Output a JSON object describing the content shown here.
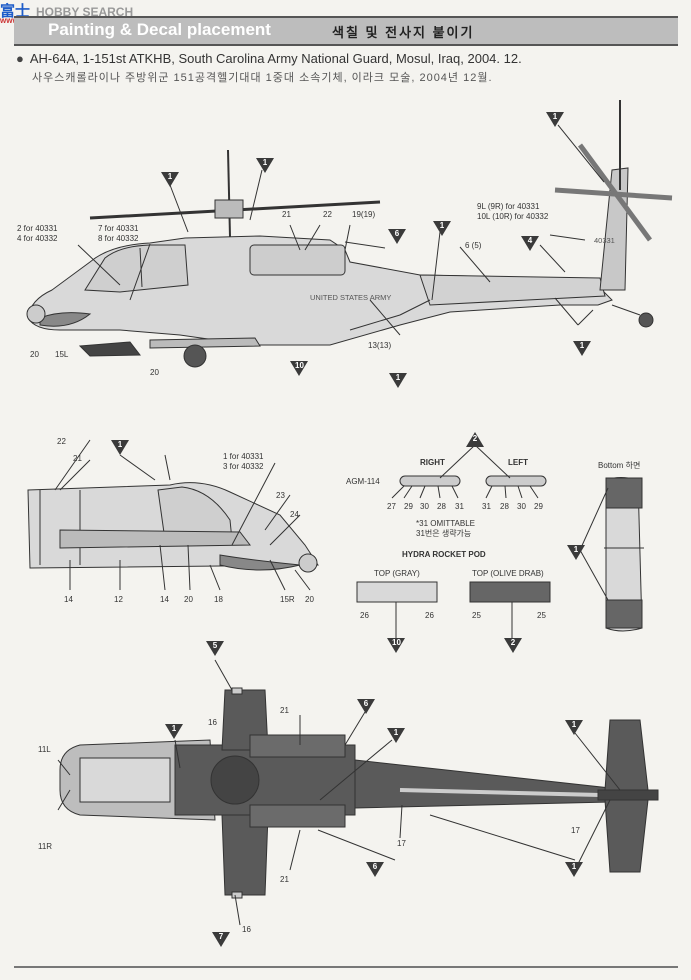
{
  "watermark": {
    "logo": "富士",
    "site": "HOBBY SEARCH",
    "url": "www.shopmoon.com"
  },
  "header": {
    "title_en": "Painting & Decal placement",
    "title_ko": "색칠 및 전사지 붙이기"
  },
  "subject": {
    "en": "AH-64A, 1-151st ATKHB, South Carolina Army National Guard, Mosul, Iraq, 2004. 12.",
    "ko": "사우스캐롤라이나 주방위군 151공격헬기대대 1중대 소속기체, 이라크 모술, 2004년 12월."
  },
  "labels": {
    "top_left_a": "2 for 40331",
    "top_left_b": "4 for 40332",
    "mid_a": "7 for 40331",
    "mid_b": "8 for 40332",
    "n21": "21",
    "n22": "22",
    "n19": "19(19)",
    "n6": "6 (5)",
    "tail_a": "9L (9R) for 40331",
    "tail_b": "10L (10R) for 40332",
    "n20a": "20",
    "n15l": "15L",
    "n20b": "20",
    "n13": "13(13)",
    "fuselage_text": "UNITED STATES ARMY",
    "tail_num": "40331",
    "d22": "22",
    "d21": "21",
    "r1_a": "1 for 40331",
    "r1_b": "3 for 40332",
    "n23": "23",
    "n24": "24",
    "d14a": "14",
    "d12": "12",
    "d14b": "14",
    "d20a": "20",
    "d18": "18",
    "d15r": "15R",
    "d20b": "20",
    "right": "RIGHT",
    "left": "LEFT",
    "agm": "AGM-114",
    "r27": "27",
    "r29": "29",
    "r30": "30",
    "r28": "28",
    "r31": "31",
    "l31": "31",
    "l28": "28",
    "l30": "30",
    "l29": "29",
    "omit_en": "*31 OMITTABLE",
    "omit_ko": "31번은 생략가능",
    "hydra": "HYDRA ROCKET POD",
    "top_gray": "TOP (GRAY)",
    "top_olive": "TOP (OLIVE DRAB)",
    "g26a": "26",
    "g26b": "26",
    "o25a": "25",
    "o25b": "25",
    "bottom_en": "Bottom",
    "bottom_ko": "하면",
    "p16a": "16",
    "p21a": "21",
    "p11l": "11L",
    "p11r": "11R",
    "p17a": "17",
    "p17b": "17",
    "p21b": "21",
    "p16b": "16"
  },
  "callouts": [
    "1",
    "1",
    "1",
    "6",
    "1",
    "4",
    "1",
    "1",
    "10",
    "1",
    "2",
    "1",
    "10",
    "2",
    "1",
    "5",
    "1",
    "6",
    "1",
    "1",
    "6",
    "1",
    "7"
  ],
  "colors": {
    "gray": "#d7d7d7",
    "olive": "#5a5a5a",
    "line": "#333333",
    "accent": "#3a3a3a"
  }
}
